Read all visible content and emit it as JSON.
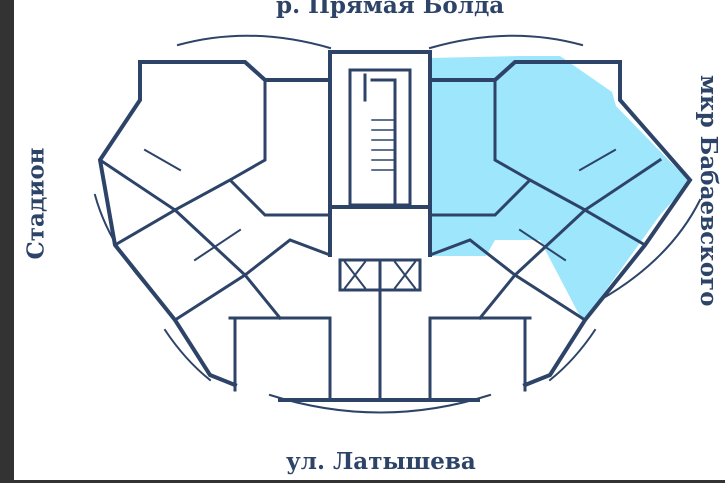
{
  "labels": {
    "top": "р. Прямая Болда",
    "bottom": "ул. Латышева",
    "left": "Стадион",
    "right": "мкр Бабаевского"
  },
  "colors": {
    "wall": "#2d4468",
    "highlight": "#9ee6fb",
    "background": "#ffffff",
    "frame": "#333333"
  },
  "highlighted_apartment": "right-upper"
}
